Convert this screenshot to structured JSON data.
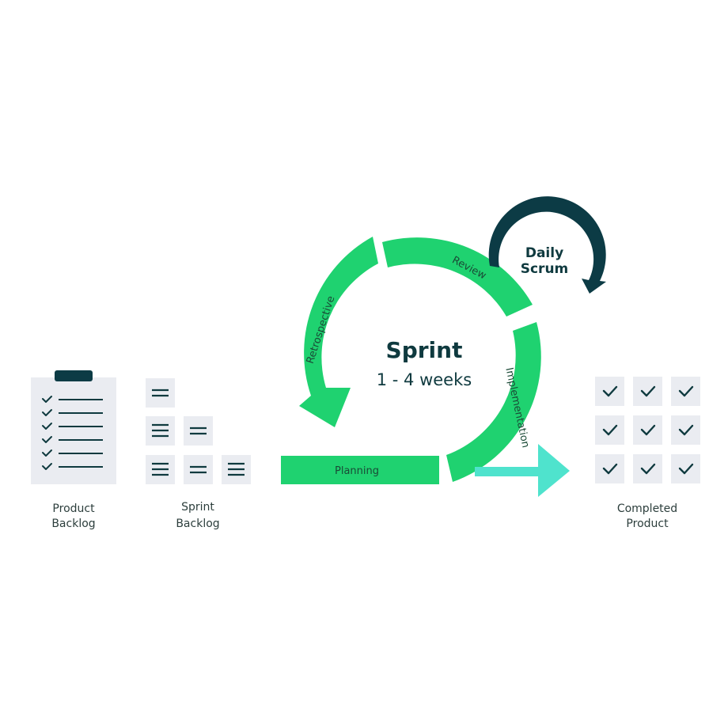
{
  "sprint": {
    "title": "Sprint",
    "duration": "1 - 4 weeks"
  },
  "daily_scrum": {
    "line1": "Daily",
    "line2": "Scrum"
  },
  "stages": {
    "review": "Review",
    "retrospective": "Retrospective",
    "implementation": "Implementation",
    "planning": "Planning"
  },
  "product_backlog": {
    "line1": "Product",
    "line2": "Backlog",
    "checklist_rows": 6
  },
  "sprint_backlog": {
    "line1": "Sprint",
    "line2": "Backlog",
    "card_counts": [
      1,
      2,
      3
    ]
  },
  "completed_product": {
    "line1": "Completed",
    "line2": "Product",
    "grid_rows": 3,
    "grid_cols": 3
  },
  "colors": {
    "cycle_green": "#1fd270",
    "output_arrow": "#4fe3cd",
    "daily_scrum_arrow": "#0c3b45",
    "card_bg": "#eaecf1",
    "dark_text": "#0f3a3f"
  },
  "icons": [
    "clipboard-icon",
    "checkmark-icon",
    "list-lines-icon",
    "arrow-right-icon",
    "circular-arrow-icon"
  ]
}
